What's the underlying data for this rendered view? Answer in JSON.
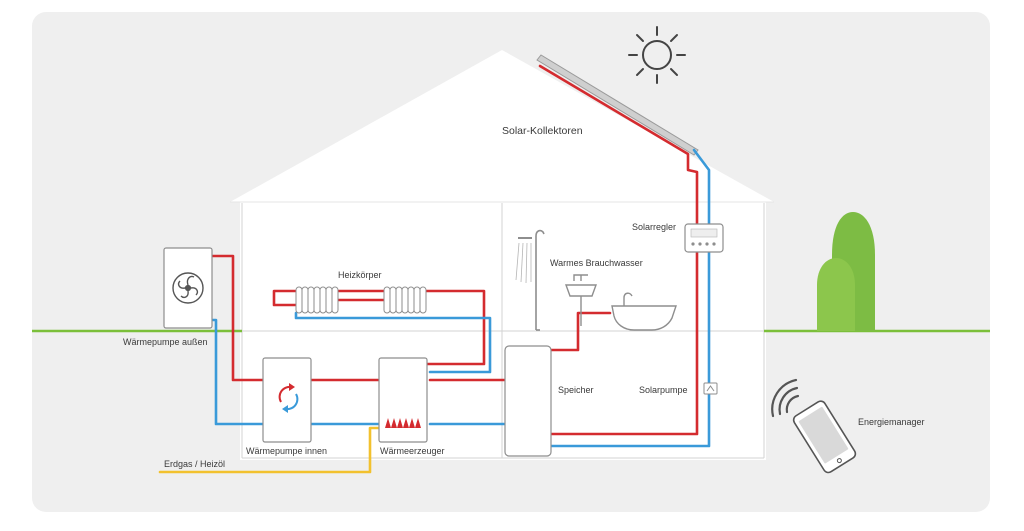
{
  "colors": {
    "panel": "#efefef",
    "house": "#ffffff",
    "wall_line": "#cfcfcf",
    "hot": "#d42b2f",
    "cold": "#3a9ad9",
    "gas": "#f2c12e",
    "ground": "#7bbf3a",
    "tree": "#7dbc44",
    "appliance_stroke": "#8e8e8e",
    "icon_dark": "#555555"
  },
  "labels": {
    "solar_collectors": "Solar-Kollektoren",
    "solar_controller": "Solarregler",
    "warm_water": "Warmes Brauchwasser",
    "radiator": "Heizkörper",
    "heat_pump_outside": "Wärmepumpe außen",
    "heat_pump_inside": "Wärmepumpe innen",
    "heat_generator": "Wärmeerzeuger",
    "storage": "Speicher",
    "solar_pump": "Solarpumpe",
    "fuel": "Erdgas / Heizöl",
    "energy_manager": "Energiemanager"
  },
  "icons": {
    "sun": "sun-icon",
    "fan": "fan-icon",
    "heat_pump_arrows": "heat-pump-cycle-icon",
    "flame": "flame-icon",
    "shower": "shower-icon",
    "sink": "sink-icon",
    "bathtub": "bathtub-icon",
    "controller": "controller-icon",
    "pump": "pump-icon",
    "phone": "smartphone-icon",
    "wifi": "wifi-signal-icon"
  }
}
